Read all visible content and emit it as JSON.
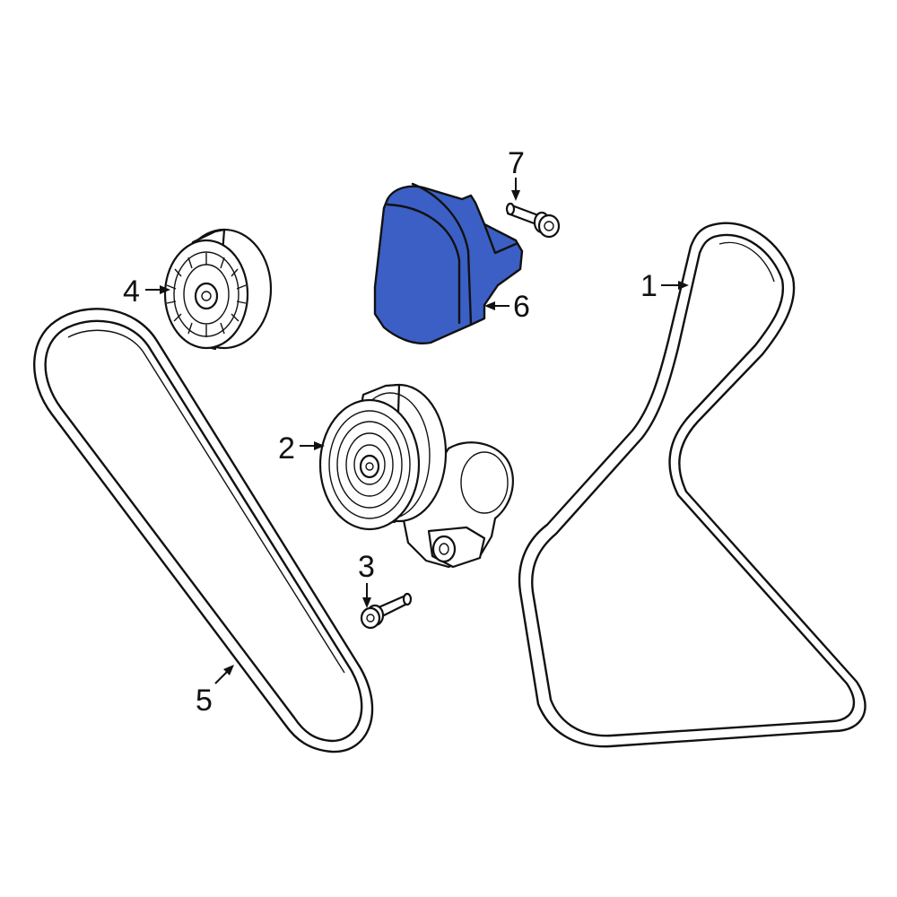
{
  "parts": [
    {
      "id": "belt-right",
      "callout": "1"
    },
    {
      "id": "tensioner",
      "callout": "2"
    },
    {
      "id": "tensioner-bolt",
      "callout": "3"
    },
    {
      "id": "idler-pulley",
      "callout": "4"
    },
    {
      "id": "belt-left",
      "callout": "5"
    },
    {
      "id": "belt-cover",
      "callout": "6",
      "color": "#3b5fc4"
    },
    {
      "id": "cover-bolt",
      "callout": "7"
    }
  ]
}
